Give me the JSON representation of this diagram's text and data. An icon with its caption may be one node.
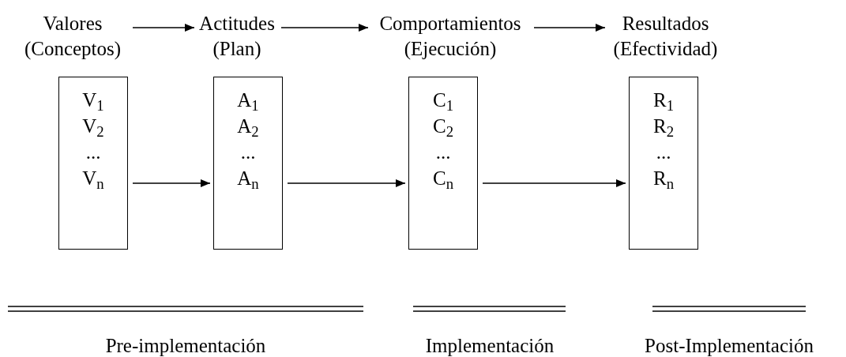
{
  "diagram": {
    "nodes": [
      {
        "text": [
          "Valores",
          "(Conceptos)"
        ]
      },
      {
        "text": [
          "Actitudes",
          "(Plan)"
        ]
      },
      {
        "text": [
          "Comportamientos",
          "(Ejecución)"
        ]
      },
      {
        "text": [
          "Resultados",
          "(Efectividad)"
        ]
      },
      {
        "text": [
          "V$_{1}$",
          "V$_{2}$",
          "...",
          "V$_{n}$"
        ]
      },
      {
        "text": [
          "A$_{1}$",
          "A$_{2}$",
          "...",
          "A$_{n}$"
        ]
      },
      {
        "text": [
          "C$_{1}$",
          "C$_{2}$",
          "...",
          "C$_{n}$"
        ]
      },
      {
        "text": [
          "R$_{1}$",
          "R$_{2}$",
          "...",
          "R$_{n}$"
        ]
      }
    ],
    "edges": [
      {
        "from": 0,
        "to": 1,
        "arrow": "to"
      },
      {
        "from": 1,
        "to": 2,
        "arrow": "to"
      },
      {
        "from": 2,
        "to": 3,
        "arrow": "to"
      },
      {
        "from": 4,
        "to": 5,
        "arrow": "to"
      },
      {
        "from": 5,
        "to": 6,
        "arrow": "to"
      },
      {
        "from": 6,
        "to": 7,
        "arrow": "to"
      }
    ],
    "labels": [
      "Pre-implementación",
      "Implementación",
      "Post-Implementación"
    ]
  }
}
